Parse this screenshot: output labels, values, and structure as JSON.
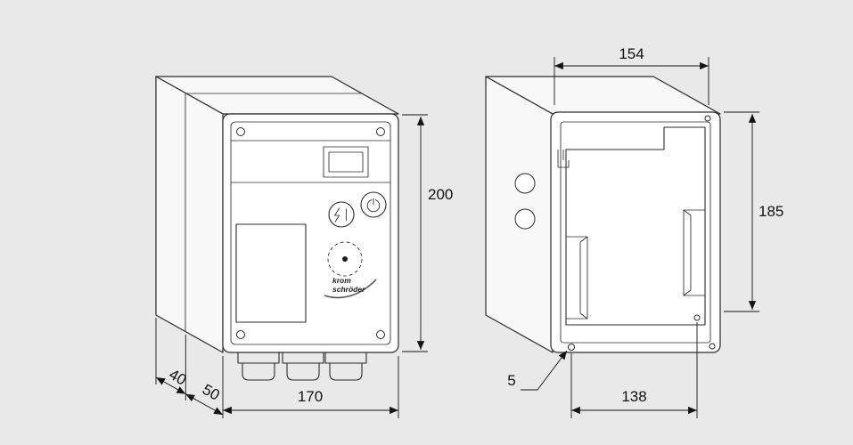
{
  "page": {
    "background_color": "#e9e9e9"
  },
  "front_view": {
    "brand_line1": "krom",
    "brand_line2": "schröder",
    "icons": {
      "reset_button": "lightning-reset-icon",
      "power_button": "power-icon",
      "knob": "dashed-knob-icon"
    }
  },
  "dimensions": {
    "top_width": "154",
    "front_height": "200",
    "inner_height": "185",
    "depth_back": "40",
    "depth_front": "50",
    "front_width": "170",
    "hole_diameter": "5",
    "hole_spacing": "138"
  }
}
